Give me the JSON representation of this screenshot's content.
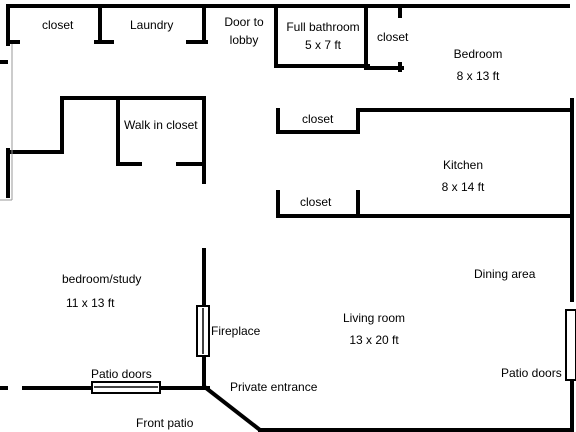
{
  "rooms": {
    "closet_top_left": "closet",
    "laundry": "Laundry",
    "door_lobby_1": "Door to",
    "door_lobby_2": "lobby",
    "full_bath": "Full bathroom",
    "full_bath_size": "5 x 7 ft",
    "closet_top_right": "closet",
    "bedroom": "Bedroom",
    "bedroom_size": "8 x 13 ft",
    "walk_in_closet": "Walk in closet",
    "closet_mid_1": "closet",
    "kitchen": "Kitchen",
    "kitchen_size": "8 x 14 ft",
    "closet_mid_2": "closet",
    "bedroom_study": "bedroom/study",
    "bedroom_study_size": "11 x 13 ft",
    "dining": "Dining area",
    "fireplace": "Fireplace",
    "living_room": "Living room",
    "living_room_size": "13 x 20 ft",
    "patio_doors_left": "Patio doors",
    "private_entrance": "Private entrance",
    "patio_doors_right": "Patio doors",
    "front_patio": "Front patio"
  }
}
